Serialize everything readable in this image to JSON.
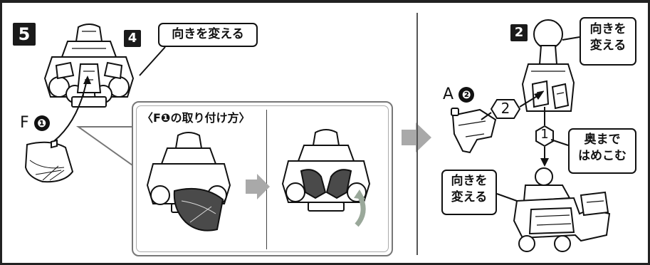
{
  "step_left": {
    "number": "5",
    "sub_step": "4",
    "turn_label": "向きを変える",
    "part_label": {
      "letter": "F",
      "number": "❶"
    }
  },
  "inset": {
    "title": "〈F❶の取り付け方〉"
  },
  "step_right": {
    "sub_step": "2",
    "turn_label_top": [
      "向きを",
      "変える"
    ],
    "part_label": {
      "letter": "A",
      "number": "❷"
    },
    "order_marks": [
      "2",
      "1"
    ],
    "push_label": [
      "奥まで",
      "はめこむ"
    ],
    "turn_label_bottom": [
      "向きを",
      "変える"
    ]
  },
  "colors": {
    "line": "#111111",
    "badge": "#1a1a1a",
    "flow_arrow": "#a9a9a9",
    "part_dark": "#4a4a4a",
    "arrow_green": "#9aa89a"
  }
}
